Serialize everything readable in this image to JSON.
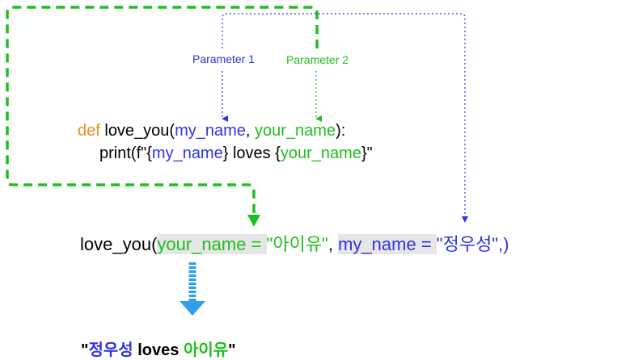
{
  "labels": {
    "param1": "Parameter 1",
    "param2": "Parameter 2"
  },
  "definition": {
    "keyword": "def",
    "func": " love_you(",
    "arg1": "my_name",
    "sep": ", ",
    "arg2": "your_name",
    "close": "):",
    "print_open": "print(f\"{",
    "print_arg1": "my_name",
    "print_mid": "} loves {",
    "print_arg2": "your_name",
    "print_close": "}\""
  },
  "call": {
    "func": "love_you(",
    "kw1": "your_name = ",
    "val1": "\"아이유\"",
    "sep": ", ",
    "kw2": "my_name = ",
    "val2": "\"정우성\"",
    "close": ",)"
  },
  "result": {
    "open": "\"",
    "name1": "정우성",
    "mid": " loves ",
    "name2": "아이유",
    "close": "\""
  },
  "colors": {
    "keyword": "#f08c1e",
    "param1": "#2f33e6",
    "param2": "#1fbf1f",
    "output_arrow": "#2f9fe8"
  }
}
